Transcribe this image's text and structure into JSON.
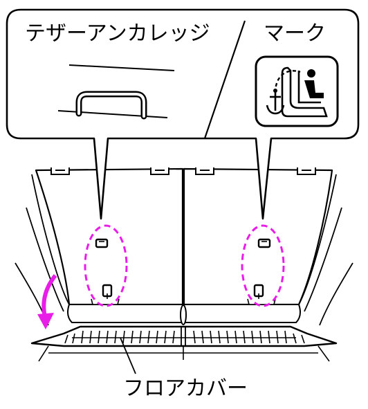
{
  "labels": {
    "tether_anchor": "テザーアンカレッジ",
    "slash": "/",
    "mark": "マーク",
    "floor_cover": "フロアカバー"
  },
  "colors": {
    "outline": "#000000",
    "highlight": "#e81ee8",
    "background": "#ffffff",
    "icon_fill": "#ffffff"
  },
  "icons": {
    "mark_icon": "child-seat-anchor-icon",
    "arrow": "curved-down-arrow"
  }
}
